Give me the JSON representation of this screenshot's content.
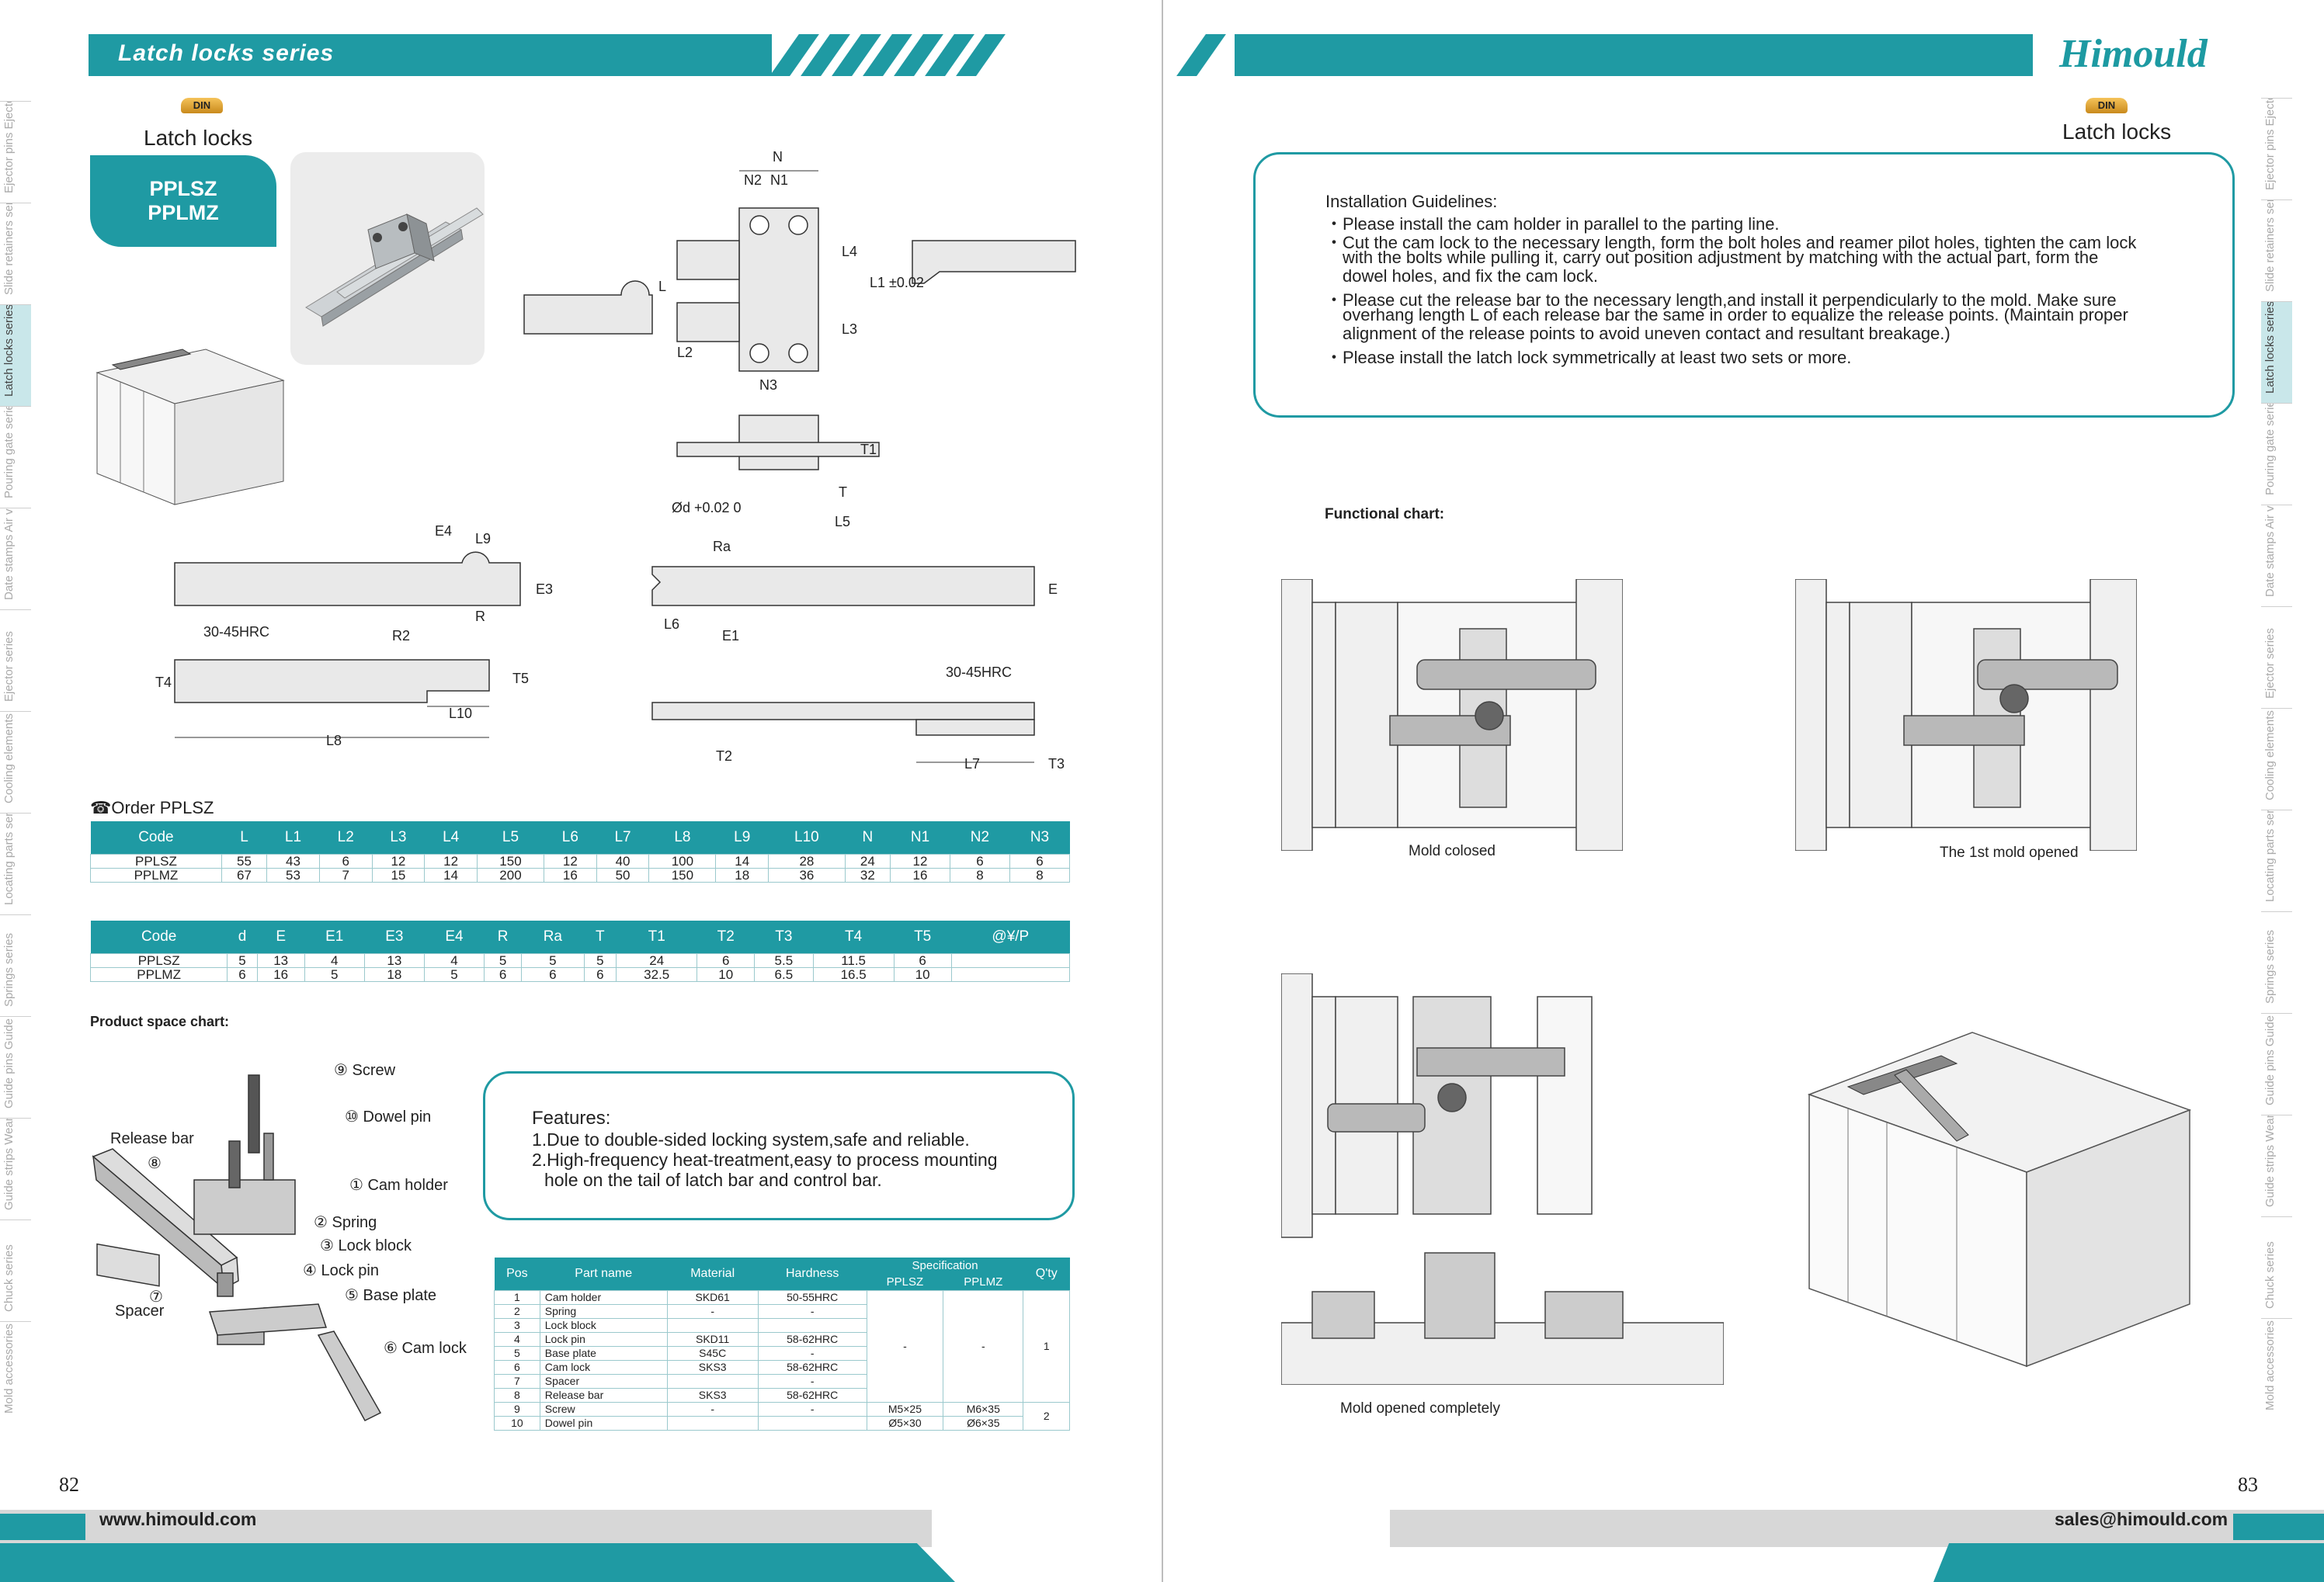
{
  "left": {
    "series_title": "Latch locks series",
    "badge": "DIN",
    "product_title": "Latch locks",
    "codes": [
      "PPLSZ",
      "PPLMZ"
    ],
    "drawing_labels": {
      "N": "N",
      "N2": "N2",
      "N1": "N1",
      "N3": "N3",
      "L": "L",
      "L2": "L2",
      "L3": "L3",
      "L4": "L4",
      "L1": "L1 ±0.02",
      "T1": "T1",
      "T": "T",
      "L5": "L5",
      "d": "Ød +0.02 0",
      "E4": "E4",
      "L9": "L9",
      "R": "R",
      "E3": "E3",
      "E": "E",
      "Ra": "Ra",
      "L6": "L6",
      "E1": "E1",
      "hrc1": "30-45HRC",
      "R2": "R2",
      "T4": "T4",
      "T5": "T5",
      "L10": "L10",
      "L8": "L8",
      "hrc2": "30-45HRC",
      "T2": "T2",
      "L7": "L7",
      "T3": "T3"
    },
    "order_label": "Order  PPLSZ",
    "table1": {
      "headers": [
        "Code",
        "L",
        "L1",
        "L2",
        "L3",
        "L4",
        "L5",
        "L6",
        "L7",
        "L8",
        "L9",
        "L10",
        "N",
        "N1",
        "N2",
        "N3"
      ],
      "rows": [
        [
          "PPLSZ",
          "55",
          "43",
          "6",
          "12",
          "12",
          "150",
          "12",
          "40",
          "100",
          "14",
          "28",
          "24",
          "12",
          "6",
          "6"
        ],
        [
          "PPLMZ",
          "67",
          "53",
          "7",
          "15",
          "14",
          "200",
          "16",
          "50",
          "150",
          "18",
          "36",
          "32",
          "16",
          "8",
          "8"
        ]
      ]
    },
    "table2": {
      "headers": [
        "Code",
        "d",
        "E",
        "E1",
        "E3",
        "E4",
        "R",
        "Ra",
        "T",
        "T1",
        "T2",
        "T3",
        "T4",
        "T5",
        "@¥/P"
      ],
      "rows": [
        [
          "PPLSZ",
          "5",
          "13",
          "4",
          "13",
          "4",
          "5",
          "5",
          "5",
          "24",
          "6",
          "5.5",
          "11.5",
          "6",
          ""
        ],
        [
          "PPLMZ",
          "6",
          "16",
          "5",
          "18",
          "5",
          "6",
          "6",
          "6",
          "32.5",
          "10",
          "6.5",
          "16.5",
          "10",
          ""
        ]
      ]
    },
    "space_chart_title": "Product space chart:",
    "parts_labels": {
      "screw": "⑨ Screw",
      "dowel": "⑩ Dowel pin",
      "release": "Release bar",
      "release_no": "⑧",
      "cam_holder": "① Cam holder",
      "spring": "② Spring",
      "lock_block": "③ Lock block",
      "lock_pin": "④ Lock pin",
      "base_plate": "⑤ Base plate",
      "spacer_no": "⑦",
      "spacer": "Spacer",
      "cam_lock": "⑥ Cam lock"
    },
    "features": {
      "title": "Features:",
      "line1": "1.Due to double-sided locking system,safe and reliable.",
      "line2": "2.High-frequency heat-treatment,easy to process mounting",
      "line3": "hole on the tail of latch bar and control bar."
    },
    "parts_table": {
      "headers": [
        "Pos",
        "Part name",
        "Material",
        "Hardness",
        "Specification",
        "Q'ty"
      ],
      "spec_sub": [
        "PPLSZ",
        "PPLMZ"
      ],
      "rows": [
        [
          "1",
          "Cam holder",
          "SKD61",
          "50-55HRC"
        ],
        [
          "2",
          "Spring",
          "-",
          "-"
        ],
        [
          "3",
          "Lock block",
          "",
          ""
        ],
        [
          "4",
          "Lock pin",
          "SKD11",
          "58-62HRC"
        ],
        [
          "5",
          "Base plate",
          "S45C",
          "-"
        ],
        [
          "6",
          "Cam lock",
          "SKS3",
          "58-62HRC"
        ],
        [
          "7",
          "Spacer",
          "",
          "-"
        ],
        [
          "8",
          "Release bar",
          "SKS3",
          "58-62HRC"
        ],
        [
          "9",
          "Screw",
          "-",
          "-"
        ],
        [
          "10",
          "Dowel pin",
          "",
          ""
        ]
      ],
      "spec_dash": "-",
      "qty1": "1",
      "spec9_s": "M5×25",
      "spec9_m": "M6×35",
      "spec10_s": "Ø5×30",
      "spec10_m": "Ø6×35",
      "qty2": "2"
    },
    "page_number": "82",
    "website": "www.himould.com"
  },
  "right": {
    "brand": "Himould",
    "badge": "DIN",
    "product_title": "Latch locks",
    "install": {
      "title": "Installation Guidelines:",
      "l1": "・Please install the cam holder in parallel to the parting line.",
      "l2": "・Cut the cam lock to the necessary length, form the bolt holes and reamer pilot holes, tighten the cam lock",
      "l3": "with the bolts while pulling it, carry out position adjustment by matching with the actual part, form the",
      "l4": "dowel holes, and fix the cam lock.",
      "l5": "・Please cut the release bar to the necessary length,and install it perpendicularly to the mold. Make sure",
      "l6": "overhang length L of each release bar the same in order to equalize the release points. (Maintain proper",
      "l7": "alignment of the release points to avoid uneven contact and resultant breakage.)",
      "l8": "・Please install the latch lock symmetrically at least two sets or more."
    },
    "functional_title": "Functional chart:",
    "cap1": "Mold colosed",
    "cap2": "The 1st mold opened",
    "cap3": "Mold opened completely",
    "page_number": "83",
    "email": "sales@himould.com"
  },
  "side_tabs_left": [
    "Ejector pins\nEjector sleeves",
    "Slide retainers\nseries",
    "Latch locks\nseries",
    "Pouring gate\nseries",
    "Date stamps\nAir valves series",
    "Ejector series",
    "Cooling elements\nseries",
    "Locating parts\nseries",
    "Springs series",
    "Guide pins\nGuide bush",
    "Guide strips\nWear plate series",
    "Chuck series",
    "Mold\naccessories"
  ],
  "active_tab_index": 2
}
